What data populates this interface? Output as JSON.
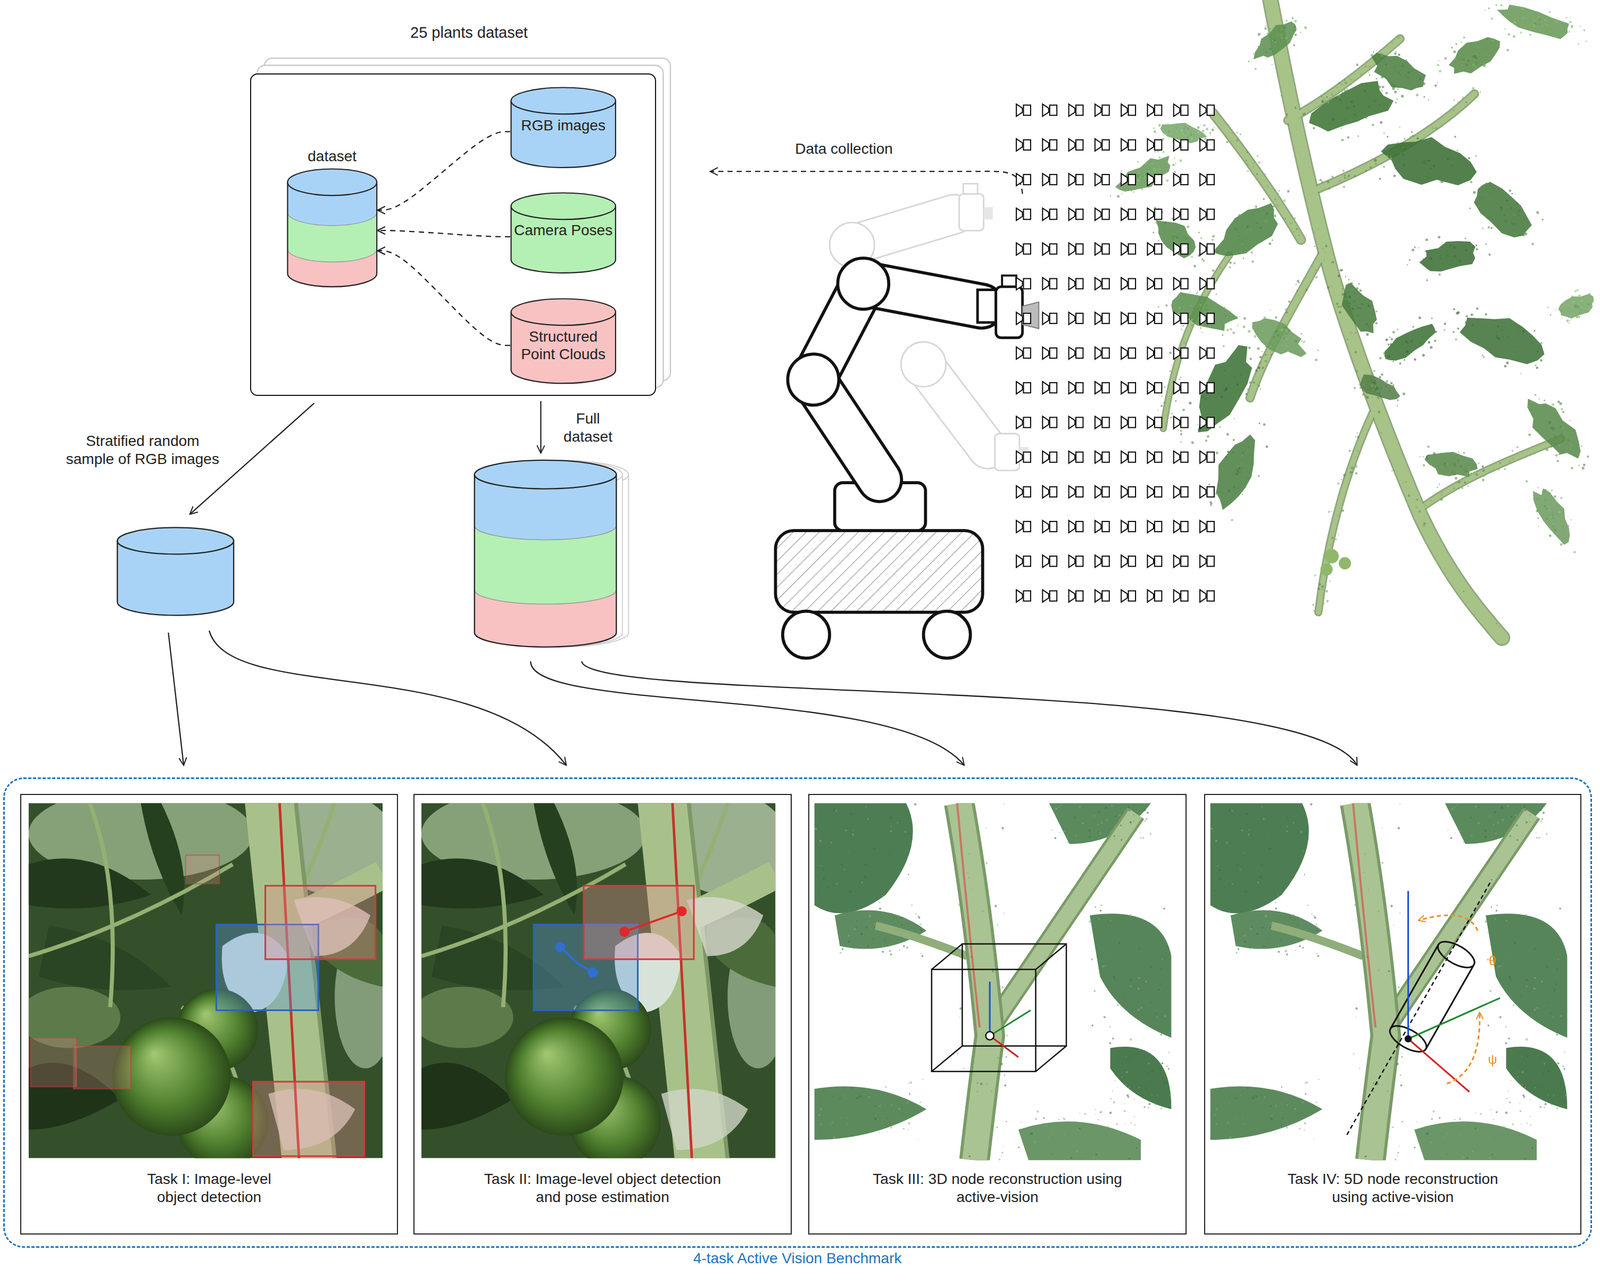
{
  "diagram": {
    "nodes": [
      {
        "text": [
          "25 plants dataset"
        ]
      },
      {
        "text": [
          "dataset"
        ],
        "in": 0
      },
      {
        "text": [
          "RGB images"
        ],
        "in": 0
      },
      {
        "text": [
          "Camera Poses"
        ],
        "in": 0
      },
      {
        "text": [
          "Structured Point Clouds"
        ],
        "in": 0
      },
      {
        "text": [
          "4-task Active Vision Benchmark"
        ]
      },
      {
        "text": [
          "Task I: Image-level object detection"
        ],
        "in": 5
      },
      {
        "text": [
          "Task II: Image-level object detection and pose estimation"
        ],
        "in": 5
      },
      {
        "text": [
          "Task III: 3D node reconstruction using active-vision"
        ],
        "in": 5
      },
      {
        "text": [
          "Task IV: 5D node reconstruction using active-vision"
        ],
        "in": 5
      }
    ],
    "edges": [
      {
        "from": 2,
        "to": 1,
        "arrow": "to"
      },
      {
        "from": 3,
        "to": 1,
        "arrow": "to"
      },
      {
        "from": 4,
        "to": 1,
        "arrow": "to"
      }
    ],
    "labels": [
      "Data collection",
      "Stratified random sample of RGB images",
      "Full dataset",
      "θ",
      "ψ"
    ]
  }
}
